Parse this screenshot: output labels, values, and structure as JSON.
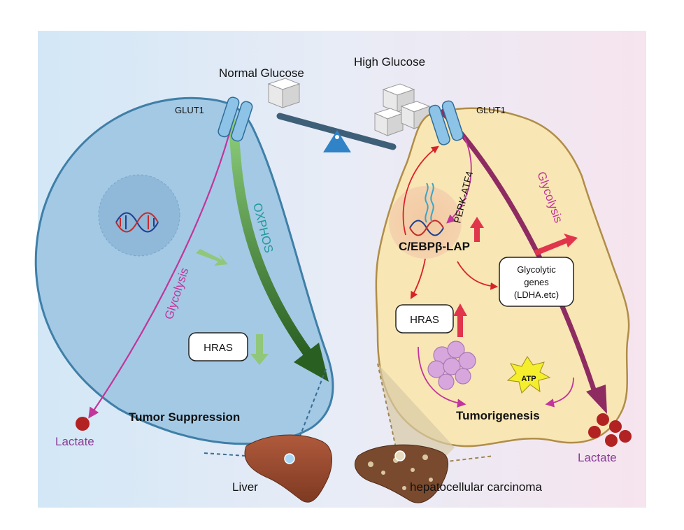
{
  "top_labels": {
    "normal_glucose": "Normal Glucose",
    "high_glucose": "High Glucose"
  },
  "left_cell": {
    "glut1": "GLUT1",
    "oxphos": "OXPHOS",
    "glycolysis": "Glycolysis",
    "hras": "HRAS",
    "outcome": "Tumor Suppression",
    "lactate": "Lactate",
    "organ": "Liver"
  },
  "right_cell": {
    "glut1": "GLUT1",
    "perk": "PERK-ATF4",
    "glycolysis": "Glycolysis",
    "cebp": "C/EBPβ-LAP",
    "glyco_genes_1": "Glycolytic",
    "glyco_genes_2": "genes",
    "glyco_genes_3": "(LDHA.etc)",
    "hras": "HRAS",
    "atp": "ATP",
    "outcome": "Tumorigenesis",
    "lactate": "Lactate",
    "organ": "hepatocellular carcinoma"
  },
  "colors": {
    "left_bg": "#d3e7f6",
    "right_bg": "#f6e4ee",
    "left_cell_fill": "#a3c9e5",
    "left_cell_stroke": "#3f7fa8",
    "right_cell_fill": "#f8e6b4",
    "right_cell_stroke": "#b08d48",
    "glycolysis_magenta": "#c2359a",
    "oxphos_green": "#2e6b25",
    "teal_text": "#1f9a9a",
    "lactate_red": "#b32222",
    "lactate_label": "#8a3d96",
    "up_arrow_red": "#e1354c",
    "down_arrow_green": "#90c77a"
  }
}
